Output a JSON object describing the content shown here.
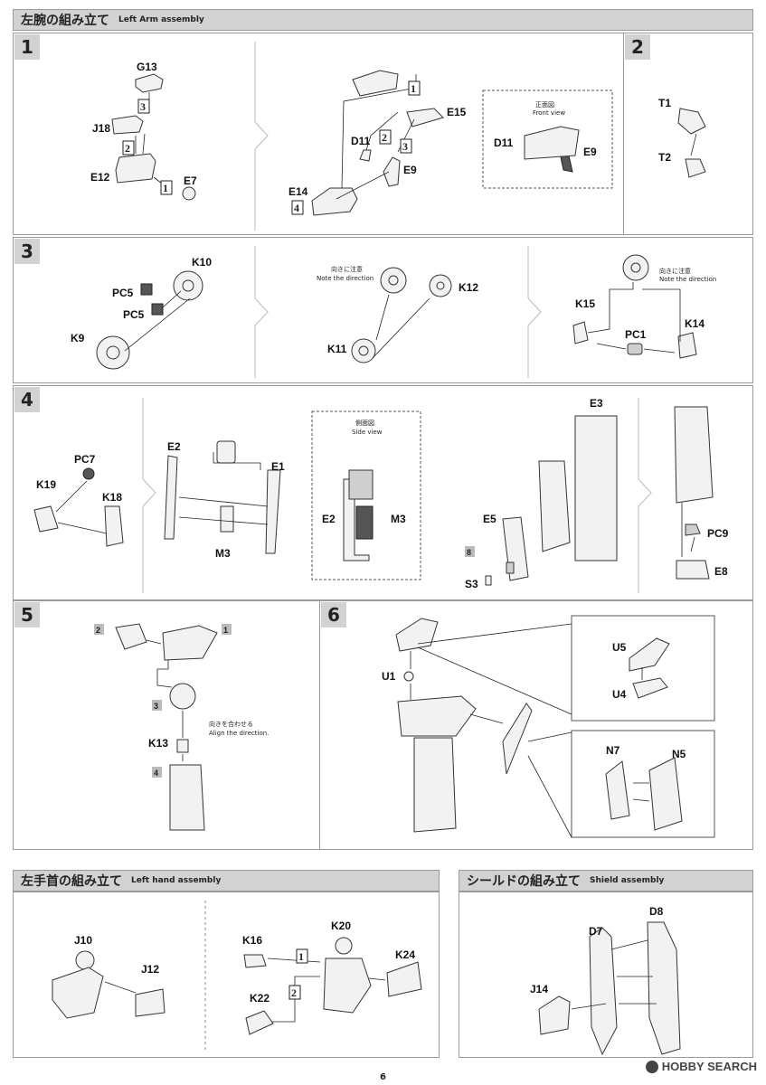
{
  "sections": {
    "left_arm": {
      "jp": "左腕の組み立て",
      "en": "Left Arm assembly"
    },
    "left_hand": {
      "jp": "左手首の組み立て",
      "en": "Left hand assembly"
    },
    "shield": {
      "jp": "シールドの組み立て",
      "en": "Shield assembly"
    }
  },
  "steps": [
    "1",
    "2",
    "3",
    "4",
    "5",
    "6"
  ],
  "numbers": {
    "n1": "1",
    "n2": "2",
    "n3": "3",
    "n4": "4",
    "n8": "8"
  },
  "parts": {
    "G13": "G13",
    "J18": "J18",
    "E12": "E12",
    "E7": "E7",
    "E15": "E15",
    "D11": "D11",
    "E9": "E9",
    "E14": "E14",
    "T1": "T1",
    "T2": "T2",
    "K10": "K10",
    "PC5": "PC5",
    "K9": "K9",
    "K12": "K12",
    "K11": "K11",
    "K15": "K15",
    "PC1": "PC1",
    "K14": "K14",
    "PC7": "PC7",
    "K19": "K19",
    "K18": "K18",
    "E2": "E2",
    "E1": "E1",
    "M3": "M3",
    "E3": "E3",
    "E5": "E5",
    "S3": "S3",
    "PC9": "PC9",
    "E8": "E8",
    "K13": "K13",
    "U1": "U1",
    "U5": "U5",
    "U4": "U4",
    "N7": "N7",
    "N5": "N5",
    "J10": "J10",
    "J12": "J12",
    "K16": "K16",
    "K20": "K20",
    "K24": "K24",
    "K22": "K22",
    "D8": "D8",
    "D7": "D7",
    "J14": "J14"
  },
  "notes": {
    "front_view_jp": "正面図",
    "front_view_en": "Front view",
    "direction_jp": "向きに注意",
    "direction_en": "Note the direction",
    "side_view_jp": "側面図",
    "side_view_en": "Side view",
    "align_jp": "向きを合わせる",
    "align_en": "Align the direction."
  },
  "page_number": "6",
  "watermark": "HOBBY SEARCH"
}
